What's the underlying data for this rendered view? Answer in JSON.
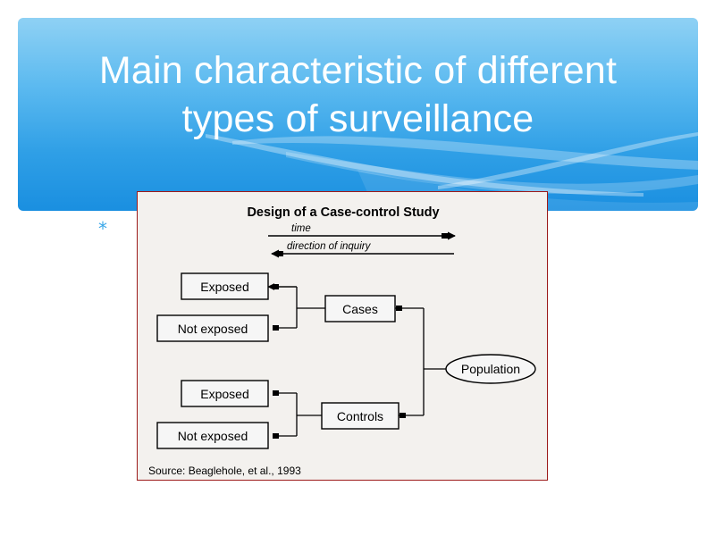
{
  "slide": {
    "title_line1": "Main characteristic of different",
    "title_line2": "types of surveillance",
    "bullet": "*"
  },
  "figure": {
    "title": "Design of a Case-control Study",
    "time_label": "time",
    "inquiry_label": "direction of inquiry",
    "nodes": {
      "exposed_1": "Exposed",
      "not_exposed_1": "Not exposed",
      "cases": "Cases",
      "population": "Population",
      "exposed_2": "Exposed",
      "not_exposed_2": "Not exposed",
      "controls": "Controls"
    },
    "source": "Source: Beaglehole, et al., 1993"
  },
  "colors": {
    "header_top": "#8fd1f4",
    "header_bottom": "#1a8fe0",
    "figure_border": "#9c1a1a",
    "figure_bg": "#f3f1ee"
  }
}
